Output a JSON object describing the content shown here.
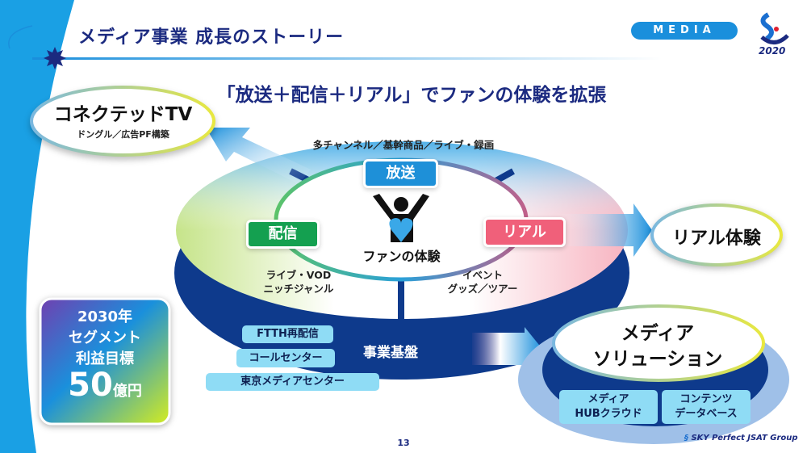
{
  "header": {
    "title": "メディア事業 成長のストーリー",
    "badge": "MEDIA",
    "logo_year": "2020"
  },
  "subtitle": "「放送＋配信＋リアル」でファンの体験を拡張",
  "connected_tv": {
    "title": "コネクテッドTV",
    "sub": "ドングル／広告PF構築"
  },
  "real_experience": "リアル体験",
  "diagram": {
    "top_caption": "多チャンネル／基幹商品／ライブ・録画",
    "broadcast": "放送",
    "streaming": "配信",
    "real": "リアル",
    "center": "ファンの体験",
    "streaming_desc": [
      "ライブ・VOD",
      "ニッチジャンル"
    ],
    "real_desc": [
      "イベント",
      "グッズ／ツアー"
    ],
    "foundation": "事業基盤",
    "foundation_items": [
      "FTTH再配信",
      "コールセンター",
      "東京メディアセンター"
    ]
  },
  "media_solution": {
    "title": [
      "メディア",
      "ソリューション"
    ],
    "items": [
      [
        "メディア",
        "HUBクラウド"
      ],
      [
        "コンテンツ",
        "データベース"
      ]
    ]
  },
  "target": {
    "lines": [
      "2030年",
      "セグメント",
      "利益目標"
    ],
    "value": "50",
    "unit": "億円"
  },
  "footer": {
    "page": "13",
    "company": "SKY Perfect JSAT Group"
  },
  "colors": {
    "navy": "#1b2a80",
    "broadcast": "#1e90d8",
    "streaming": "#14a050",
    "real": "#f0607a"
  }
}
